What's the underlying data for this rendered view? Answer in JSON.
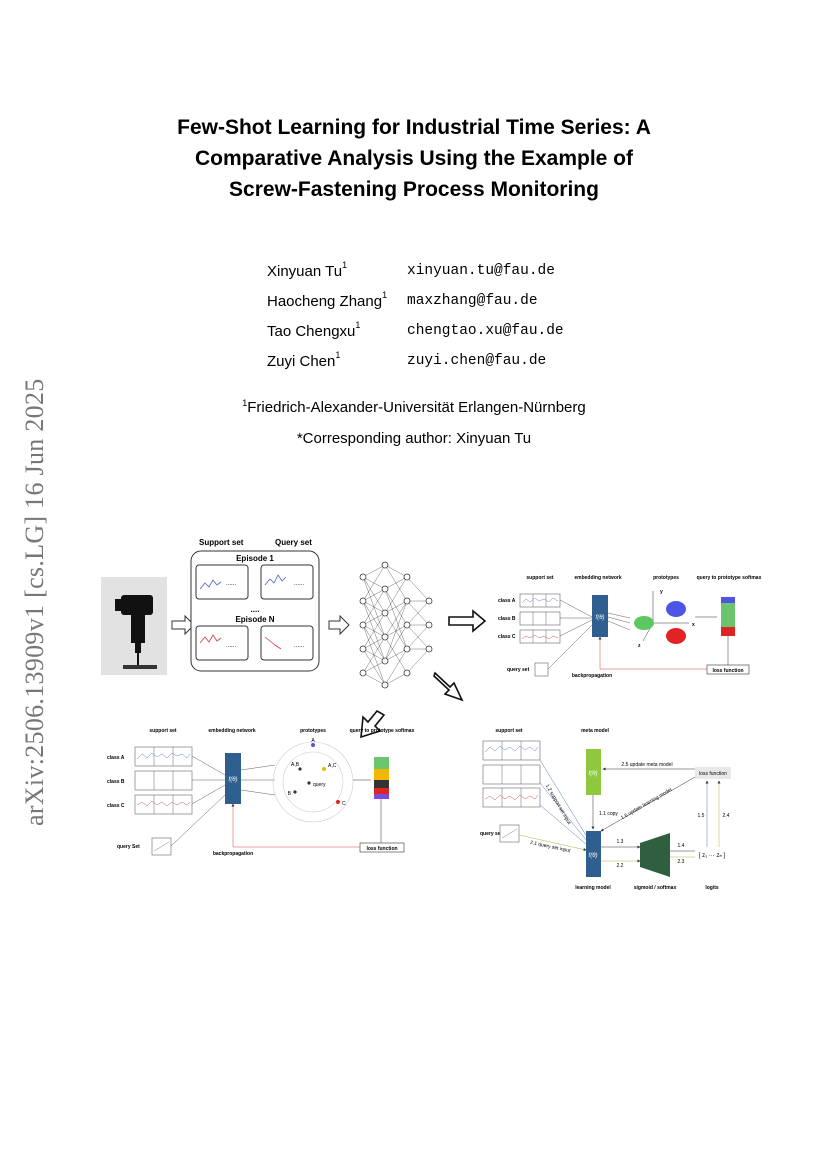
{
  "paper": {
    "title_lines": [
      "Few-Shot Learning for Industrial Time Series: A",
      "Comparative Analysis Using the Example of",
      "Screw-Fastening Process Monitoring"
    ],
    "authors": [
      {
        "name": "Xinyuan Tu",
        "sup": "1",
        "email": "xinyuan.tu@fau.de"
      },
      {
        "name": "Haocheng Zhang",
        "sup": "1",
        "email": "maxzhang@fau.de"
      },
      {
        "name": "Tao Chengxu",
        "sup": "1",
        "email": "chengtao.xu@fau.de"
      },
      {
        "name": "Zuyi Chen",
        "sup": "1",
        "email": "zuyi.chen@fau.de"
      }
    ],
    "affiliation_sup": "1",
    "affiliation": "Friedrich-Alexander-Universität Erlangen-Nürnberg",
    "corresponding": "*Corresponding author: Xinyuan Tu",
    "arxiv_stamp": "arXiv:2506.13909v1  [cs.LG]  16 Jun 2025"
  },
  "figure": {
    "episodes": {
      "support_set": "Support set",
      "query_set": "Query set",
      "episode_1": "Episode 1",
      "dots": "....",
      "episode_n": "Episode N",
      "inner_dots": "......"
    },
    "proto_top": {
      "support_set": "support set",
      "embedding_network": "embedding network",
      "prototypes": "prototypes",
      "softmax": "query to prototype softmax",
      "class_a": "class A",
      "class_b": "class B",
      "class_c": "class C",
      "query_set": "query set",
      "f_theta": "f(θ)",
      "backpropagation": "backpropagation",
      "loss_function": "loss function",
      "axis_x": "x",
      "axis_y": "y",
      "axis_z": "z"
    },
    "proto_bottom": {
      "support_set": "support set",
      "embedding_network": "embedding network",
      "prototypes": "prototypes",
      "softmax": "query to prototype softmax",
      "class_a": "class A",
      "class_b": "class B",
      "class_c": "class C",
      "query_set": "query Set",
      "f_theta": "f(θ)",
      "backpropagation": "backpropagation",
      "loss_function": "loss function",
      "pt_a": "A",
      "pt_ab": "A,B",
      "pt_ac": "A,C",
      "pt_b": "B",
      "pt_c": "C",
      "pt_query": "query"
    },
    "meta": {
      "support_set": "support set",
      "meta_model": "meta model",
      "f_theta": "f(θ)",
      "update_meta": "2.5 update meta model",
      "loss_function": "loss function",
      "copy": "1.1 copy",
      "update_learning": "1.6 update learning model",
      "support_input": "1.2 support set input",
      "query_set": "query set",
      "query_input": "2.1 query set input",
      "l13": "1.3",
      "l14": "1.4",
      "l15": "1.5",
      "l22": "2.2",
      "l23": "2.3",
      "l24": "2.4",
      "logits_vec": "[ z₁ ··· zₙ ]",
      "learning_model": "learning model",
      "sigmoid": "sigmoid / softmax",
      "logits": "logits"
    }
  }
}
